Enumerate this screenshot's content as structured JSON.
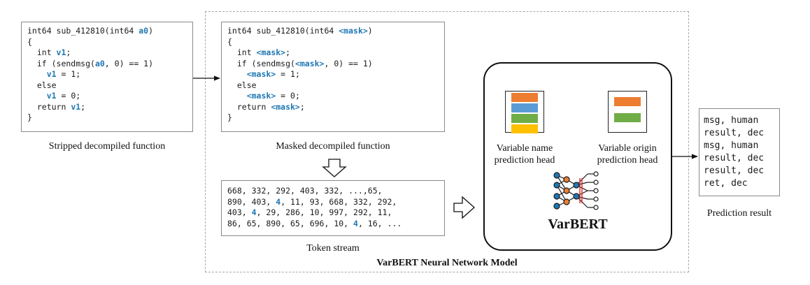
{
  "stripped": {
    "lines": [
      [
        {
          "t": "int64 sub_412810(int64 "
        },
        {
          "t": "a0",
          "h": true
        },
        {
          "t": ")"
        }
      ],
      [
        {
          "t": "{"
        }
      ],
      [
        {
          "t": "  int "
        },
        {
          "t": "v1",
          "h": true
        },
        {
          "t": ";"
        }
      ],
      [
        {
          "t": "  if (sendmsg("
        },
        {
          "t": "a0",
          "h": true
        },
        {
          "t": ", 0) == 1)"
        }
      ],
      [
        {
          "t": "    "
        },
        {
          "t": "v1",
          "h": true
        },
        {
          "t": " = 1;"
        }
      ],
      [
        {
          "t": "  else"
        }
      ],
      [
        {
          "t": "    "
        },
        {
          "t": "v1",
          "h": true
        },
        {
          "t": " = 0;"
        }
      ],
      [
        {
          "t": "  return "
        },
        {
          "t": "v1",
          "h": true
        },
        {
          "t": ";"
        }
      ],
      [
        {
          "t": "}"
        }
      ]
    ],
    "caption": "Stripped decompiled function"
  },
  "masked": {
    "lines": [
      [
        {
          "t": "int64 sub_412810(int64 "
        },
        {
          "t": "<mask>",
          "h": true
        },
        {
          "t": ")"
        }
      ],
      [
        {
          "t": "{"
        }
      ],
      [
        {
          "t": "  int "
        },
        {
          "t": "<mask>",
          "h": true
        },
        {
          "t": ";"
        }
      ],
      [
        {
          "t": "  if (sendmsg("
        },
        {
          "t": "<mask>",
          "h": true
        },
        {
          "t": ", 0) == 1)"
        }
      ],
      [
        {
          "t": "    "
        },
        {
          "t": "<mask>",
          "h": true
        },
        {
          "t": " = 1;"
        }
      ],
      [
        {
          "t": "  else"
        }
      ],
      [
        {
          "t": "    "
        },
        {
          "t": "<mask>",
          "h": true
        },
        {
          "t": " = 0;"
        }
      ],
      [
        {
          "t": "  return "
        },
        {
          "t": "<mask>",
          "h": true
        },
        {
          "t": ";"
        }
      ],
      [
        {
          "t": "}"
        }
      ]
    ],
    "caption": "Masked decompiled function"
  },
  "tokens": {
    "lines": [
      [
        {
          "t": "668, 332, 292, 403, 332, ...,65,"
        }
      ],
      [
        {
          "t": "890, 403, "
        },
        {
          "t": "4",
          "h": true
        },
        {
          "t": ", 11, 93, 668, 332, 292,"
        }
      ],
      [
        {
          "t": "403, "
        },
        {
          "t": "4",
          "h": true
        },
        {
          "t": ", 29, 286, 10, 997, 292, 11,"
        }
      ],
      [
        {
          "t": "86, 65, 890, 65, 696, 10, "
        },
        {
          "t": "4",
          "h": true
        },
        {
          "t": ", 16, ..."
        }
      ]
    ],
    "caption": "Token stream"
  },
  "model": {
    "name": "VarBERT",
    "footer": "VarBERT Neural Network Model",
    "name_head_caption_1": "Variable name",
    "name_head_caption_2": "prediction head",
    "origin_head_caption_1": "Variable origin",
    "origin_head_caption_2": "prediction head",
    "name_head_bars": [
      "#ed7d31",
      "#5b9bd5",
      "#70ad47",
      "#ffc000"
    ],
    "origin_head_bars": [
      "#ed7d31",
      "#70ad47"
    ]
  },
  "prediction": {
    "lines": [
      "msg, human",
      "result, dec",
      "msg, human",
      "result, dec",
      "result, dec",
      "ret, dec"
    ],
    "caption": "Prediction result"
  },
  "colors": {
    "highlight": "#1f77b4",
    "node_blue": "#1f77b4",
    "node_orange": "#ed7d31",
    "accent_red": "#d62728"
  }
}
